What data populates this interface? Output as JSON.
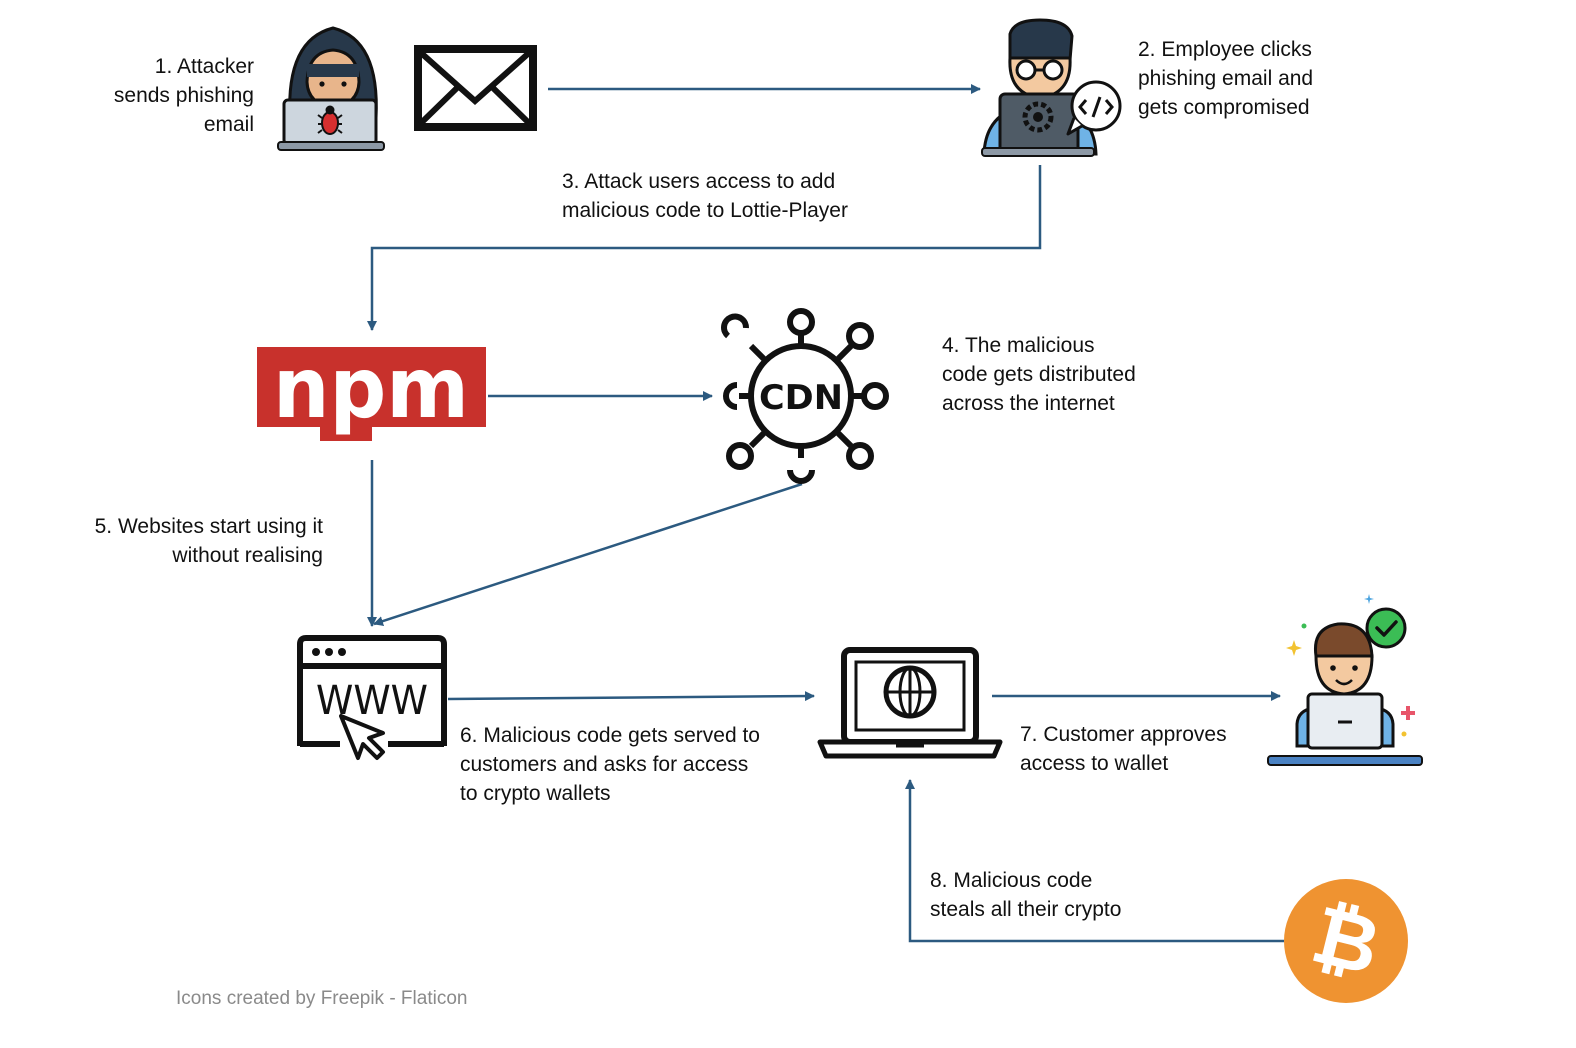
{
  "steps": {
    "s1": [
      "1. Attacker",
      "sends phishing",
      "email"
    ],
    "s2": [
      "2. Employee clicks",
      "phishing email and",
      "gets compromised"
    ],
    "s3": [
      "3. Attack users access to add",
      "malicious code to Lottie-Player"
    ],
    "s4": [
      "4. The malicious",
      "code gets distributed",
      "across the internet"
    ],
    "s5": [
      "5. Websites start using it",
      "without realising"
    ],
    "s6": [
      "6. Malicious code gets served to",
      "customers and asks for access",
      "to crypto wallets"
    ],
    "s7": [
      "7. Customer approves",
      "access to wallet"
    ],
    "s8": [
      "8. Malicious code",
      "steals all their crypto"
    ]
  },
  "logos": {
    "npm": "npm",
    "cdn": "CDN",
    "www": "WWW",
    "bitcoin": "₿"
  },
  "credit": "Icons created by Freepik - Flaticon",
  "colors": {
    "arrow": "#2c5a80",
    "npm_red": "#c8312c",
    "bitcoin_orange": "#ef9331",
    "accent_blue": "#4aa3df",
    "check_green": "#3bbd55"
  },
  "icons": [
    "hacker-icon",
    "envelope-icon",
    "compromised-employee-icon",
    "npm-logo",
    "cdn-icon",
    "website-www-icon",
    "laptop-globe-icon",
    "customer-approval-icon",
    "bitcoin-icon"
  ]
}
